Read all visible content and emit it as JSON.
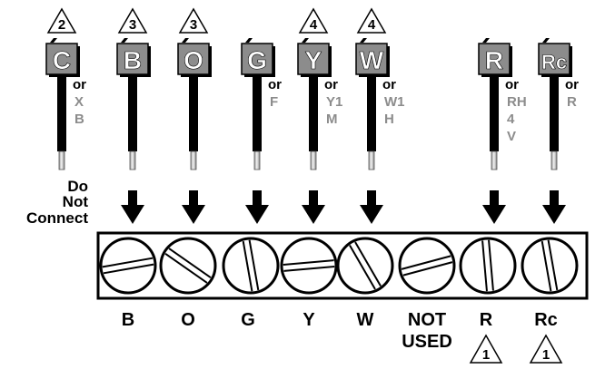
{
  "wires": [
    {
      "label": "C",
      "note": "2",
      "alts": [
        "or",
        "X",
        "B"
      ]
    },
    {
      "label": "B",
      "note": "3",
      "alts": []
    },
    {
      "label": "O",
      "note": "3",
      "alts": []
    },
    {
      "label": "G",
      "note": "",
      "alts": [
        "or",
        "F"
      ]
    },
    {
      "label": "Y",
      "note": "4",
      "alts": [
        "or",
        "Y1",
        "M"
      ]
    },
    {
      "label": "W",
      "note": "4",
      "alts": [
        "or",
        "W1",
        "H"
      ]
    },
    {
      "label": "R",
      "note": "",
      "alts": [
        "or",
        "RH",
        "4",
        "V"
      ]
    },
    {
      "label": "Rc",
      "note": "",
      "alts": [
        "or",
        "R"
      ]
    }
  ],
  "do_not_connect": [
    "Do",
    "Not",
    "Connect"
  ],
  "terminals": [
    {
      "label": "B"
    },
    {
      "label": "O"
    },
    {
      "label": "G"
    },
    {
      "label": "Y"
    },
    {
      "label": "W"
    },
    {
      "label": "NOT USED",
      "lines": [
        "NOT",
        "USED"
      ]
    },
    {
      "label": "R",
      "note": "1"
    },
    {
      "label": "Rc",
      "note": "1"
    }
  ],
  "colors": {
    "ink": "#000000",
    "label_fill": "#8c8c8c",
    "label_text": "#ffffff",
    "alt_text": "#8c8c8c",
    "wire_tip": "#e8e8e8"
  }
}
